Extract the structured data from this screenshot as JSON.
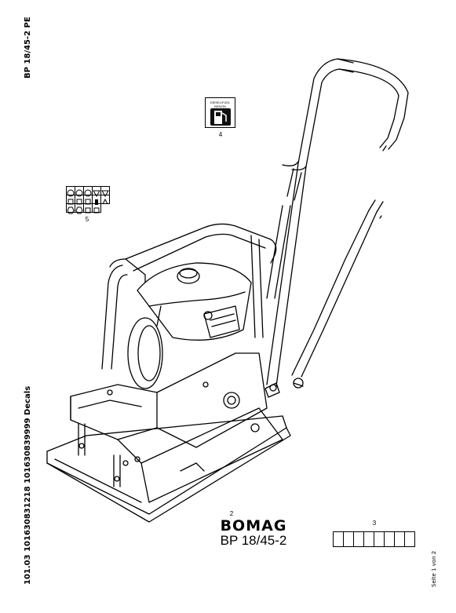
{
  "side": {
    "title": "BP 18/45-2 PE",
    "code": "101.03 101630831218 101630839999 Decals"
  },
  "page_info": "Seite 1 von 2",
  "callouts": {
    "c2": "2",
    "c3": "3",
    "c4": "4",
    "c5": "5"
  },
  "decal4": {
    "text_line1": "DIESEL/FUEL",
    "text_line2": "BENZIN"
  },
  "decal2": {
    "logo": "BOMAG",
    "model": "BP 18/45-2"
  },
  "decal3": {
    "cells": 8
  },
  "decal5": {
    "row1": [
      "circle-icon",
      "circle-icon",
      "circle-icon",
      "triangle-down-icon",
      "triangle-down-icon"
    ],
    "row2": [
      "square-icon",
      "square-icon",
      "square-icon",
      "fuel-level-icon",
      "gauge-icon"
    ],
    "row3": [
      "hexagon-icon",
      "hexagon-icon",
      "square-icon",
      "square-icon"
    ]
  }
}
